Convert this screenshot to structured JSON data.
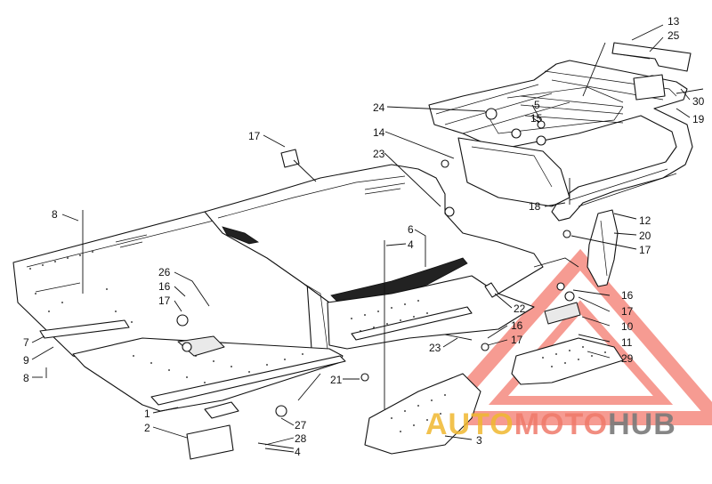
{
  "diagram": {
    "callouts": [
      {
        "id": "c13",
        "text": "13"
      },
      {
        "id": "c25",
        "text": "25"
      },
      {
        "id": "c5",
        "text": "5"
      },
      {
        "id": "c15",
        "text": "15"
      },
      {
        "id": "c30",
        "text": "30"
      },
      {
        "id": "c19",
        "text": "19"
      },
      {
        "id": "c24",
        "text": "24"
      },
      {
        "id": "c14",
        "text": "14"
      },
      {
        "id": "c17a",
        "text": "17"
      },
      {
        "id": "c23a",
        "text": "23"
      },
      {
        "id": "c18",
        "text": "18"
      },
      {
        "id": "c12",
        "text": "12"
      },
      {
        "id": "c20",
        "text": "20"
      },
      {
        "id": "c17b",
        "text": "17"
      },
      {
        "id": "c8a",
        "text": "8"
      },
      {
        "id": "c6",
        "text": "6"
      },
      {
        "id": "c4a",
        "text": "4"
      },
      {
        "id": "c26",
        "text": "26"
      },
      {
        "id": "c16a",
        "text": "16"
      },
      {
        "id": "c17c",
        "text": "17"
      },
      {
        "id": "c22",
        "text": "22"
      },
      {
        "id": "c16b",
        "text": "16"
      },
      {
        "id": "c17d",
        "text": "17"
      },
      {
        "id": "c10",
        "text": "10"
      },
      {
        "id": "c7",
        "text": "7"
      },
      {
        "id": "c9",
        "text": "9"
      },
      {
        "id": "c8b",
        "text": "8"
      },
      {
        "id": "c23b",
        "text": "23"
      },
      {
        "id": "c16c",
        "text": "16"
      },
      {
        "id": "c17e",
        "text": "17"
      },
      {
        "id": "c11",
        "text": "11"
      },
      {
        "id": "c29",
        "text": "29"
      },
      {
        "id": "c21",
        "text": "21"
      },
      {
        "id": "c1",
        "text": "1"
      },
      {
        "id": "c27",
        "text": "27"
      },
      {
        "id": "c2",
        "text": "2"
      },
      {
        "id": "c28",
        "text": "28"
      },
      {
        "id": "c4b",
        "text": "4"
      },
      {
        "id": "c3",
        "text": "3"
      }
    ]
  },
  "watermark": {
    "part1": "AUTO",
    "part2": "MOTO",
    "part3": "HUB",
    "colors": {
      "yellow": "#f0b830",
      "red": "#ef7a6a",
      "gray": "#7a7a7a"
    }
  }
}
